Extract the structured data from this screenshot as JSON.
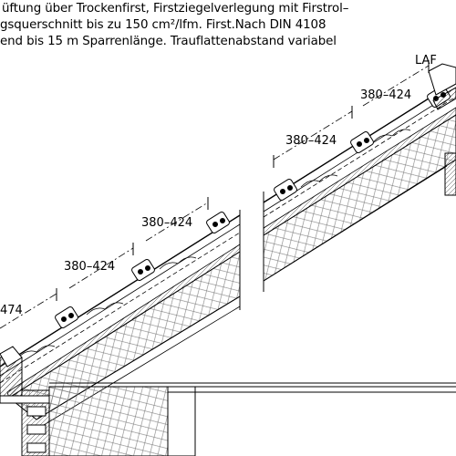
{
  "header": {
    "line1": "üftung über Trockenfirst, Firstziegelverlegung mit Firstrol–",
    "line2": "gsquerschnitt bis zu 150 cm²/lfm. First.Nach DIN 4108",
    "line3": "end bis 15 m Sparrenlänge. Trauflattenabstand variabel"
  },
  "labels": {
    "laf": "LAF",
    "dim_1": "474",
    "dim_2": "380–424",
    "dim_3": "380–424",
    "dim_4": "380–424",
    "dim_5": "380–424"
  },
  "colors": {
    "line": "#000000",
    "wood": "#555555",
    "insulation": "#777777"
  }
}
